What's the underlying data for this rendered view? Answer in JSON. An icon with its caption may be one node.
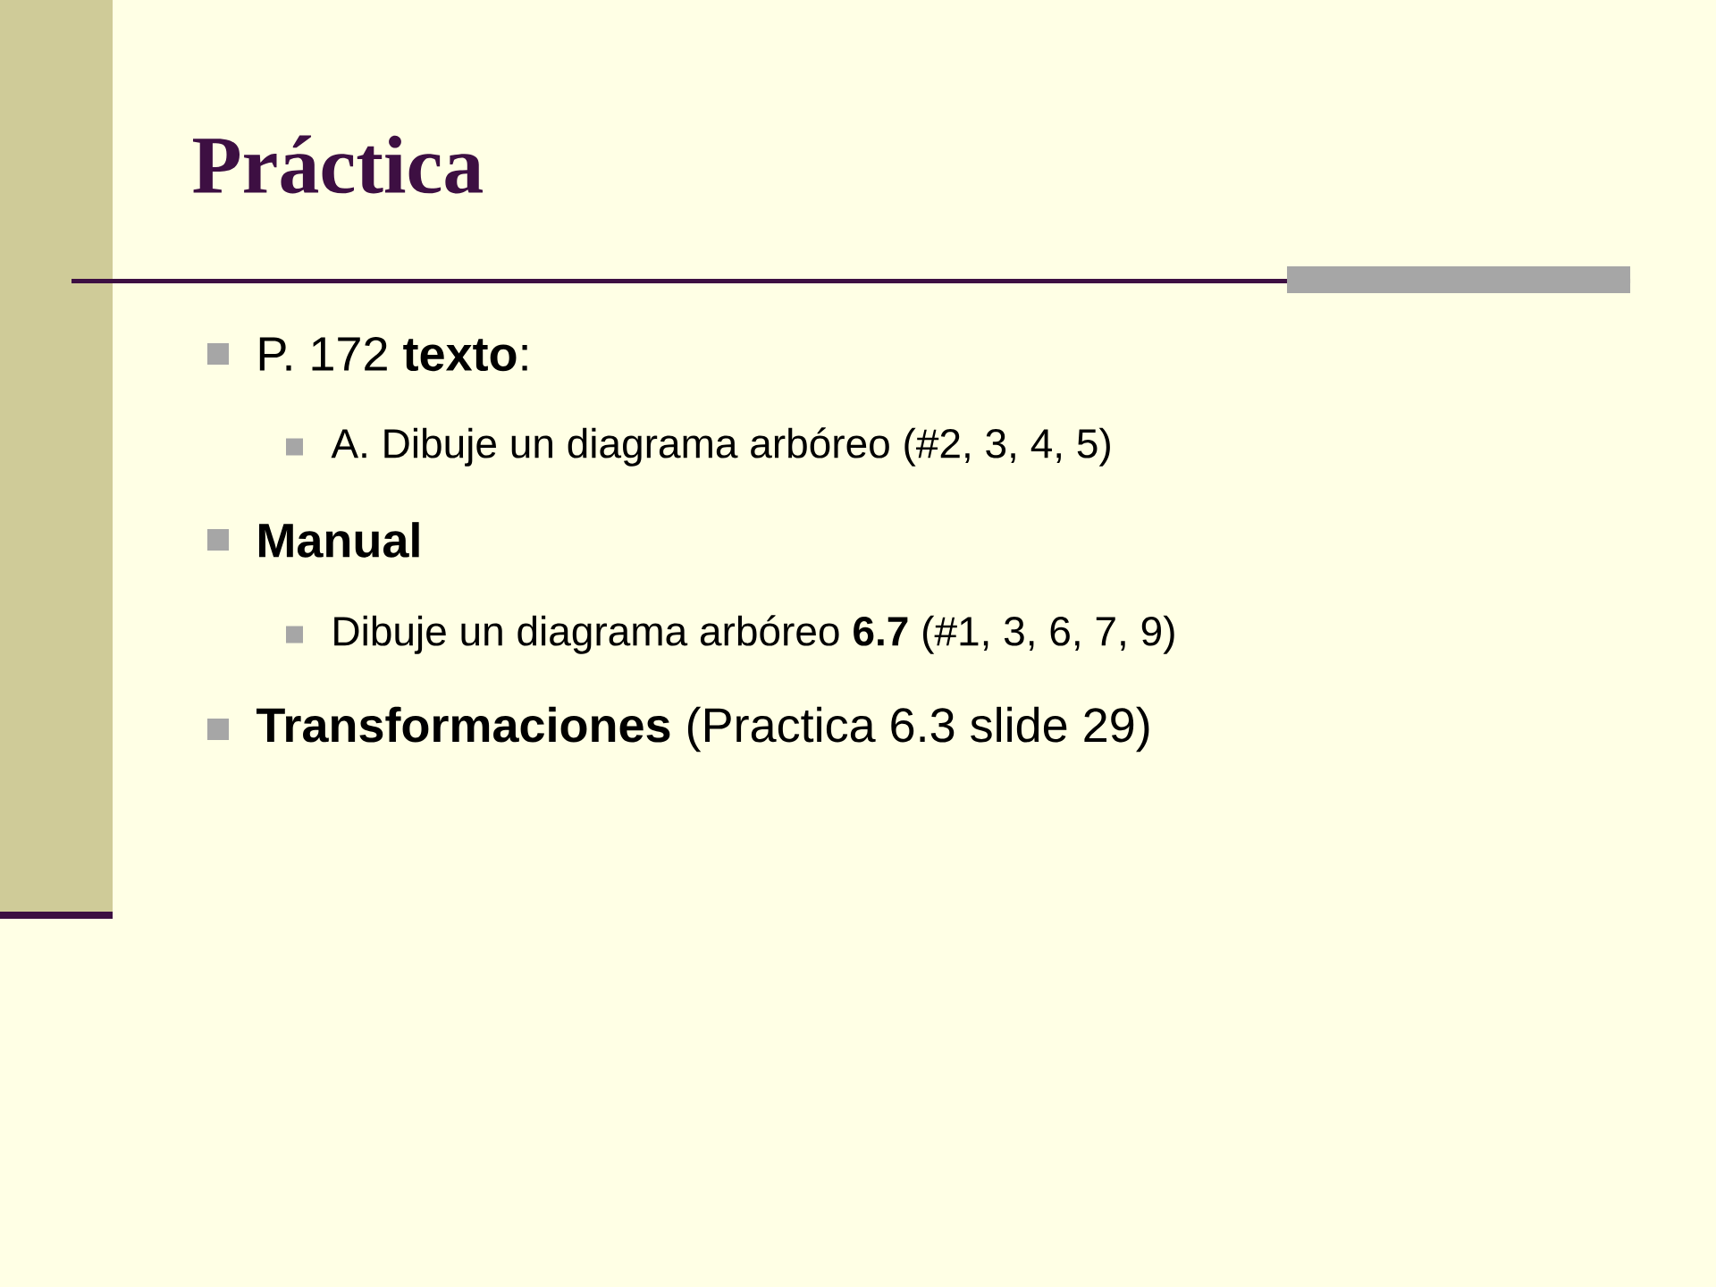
{
  "diagram": {
    "title": "Práctica",
    "labels": [
      "P. 172 **texto**:",
      "A.  Dibuje un diagrama arbóreo (#2, 3, 4, 5)",
      "Manual",
      "Dibuje un diagrama arbóreo **6.7** (#1, 3, 6, 7, 9)",
      "**Transformaciones** (Practica 6.3 slide 29)"
    ]
  }
}
